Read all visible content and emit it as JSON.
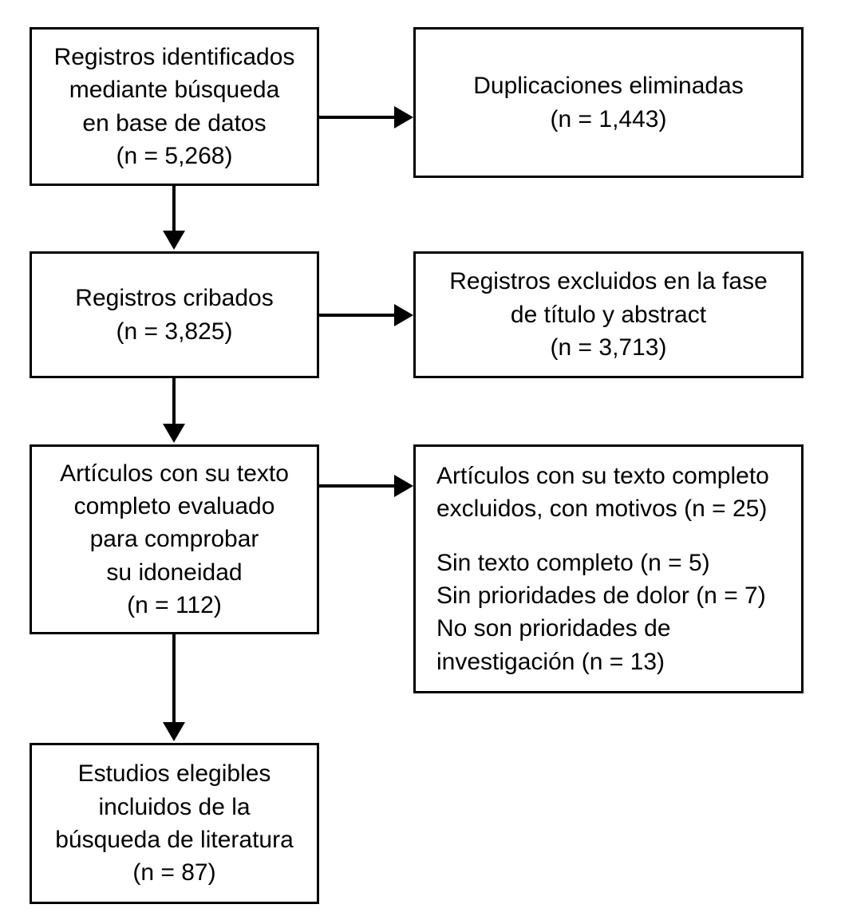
{
  "diagram": {
    "type": "prisma-flow-diagram",
    "language": "es",
    "background_color": "#ffffff",
    "line_color": "#000000",
    "text_color": "#000000"
  },
  "nodes": {
    "identified": {
      "lines": [
        "Registros identificados",
        "mediante búsqueda",
        "en base de datos",
        "(n = 5,268)"
      ],
      "count_label": "(n = 5,268)",
      "count": 5268,
      "align": "center"
    },
    "duplicates_removed": {
      "lines": [
        "Duplicaciones eliminadas",
        "(n = 1,443)"
      ],
      "count_label": "(n = 1,443)",
      "count": 1443,
      "align": "center"
    },
    "screened": {
      "lines": [
        "Registros cribados",
        "(n = 3,825)"
      ],
      "count_label": "(n = 3,825)",
      "count": 3825,
      "align": "center"
    },
    "excluded_title_abstract": {
      "lines": [
        "Registros excluidos en la fase",
        "de título y abstract",
        "(n = 3,713)"
      ],
      "count_label": "(n = 3,713)",
      "count": 3713,
      "align": "center"
    },
    "fulltext_assessed": {
      "lines": [
        "Artículos con su texto",
        "completo evaluado",
        "para comprobar",
        "su idoneidad",
        "(n = 112)"
      ],
      "count_label": "(n = 112)",
      "count": 112,
      "align": "center"
    },
    "excluded_fulltext": {
      "heading_lines": [
        "Artículos con su texto completo",
        "excluidos, con motivos (n = 25)"
      ],
      "count_label": "(n = 25)",
      "count": 25,
      "reasons": [
        {
          "text": "Sin texto completo (n = 5)",
          "count": 5
        },
        {
          "text": "Sin prioridades de dolor (n = 7)",
          "count": 7
        },
        {
          "text": "No son prioridades de",
          "count": null
        },
        {
          "text": "investigación (n = 13)",
          "count": 13
        }
      ],
      "align": "left"
    },
    "included": {
      "lines": [
        "Estudios elegibles",
        "incluidos de la",
        "búsqueda de literatura",
        "(n = 87)"
      ],
      "count_label": "(n = 87)",
      "count": 87,
      "align": "center"
    }
  },
  "connectors": [
    {
      "name": "identified-to-duplicates",
      "direction": "right"
    },
    {
      "name": "identified-to-screened",
      "direction": "down"
    },
    {
      "name": "screened-to-excluded-title-abstract",
      "direction": "right"
    },
    {
      "name": "screened-to-fulltext",
      "direction": "down"
    },
    {
      "name": "fulltext-to-excluded-fulltext",
      "direction": "right"
    },
    {
      "name": "fulltext-to-included",
      "direction": "down"
    }
  ]
}
